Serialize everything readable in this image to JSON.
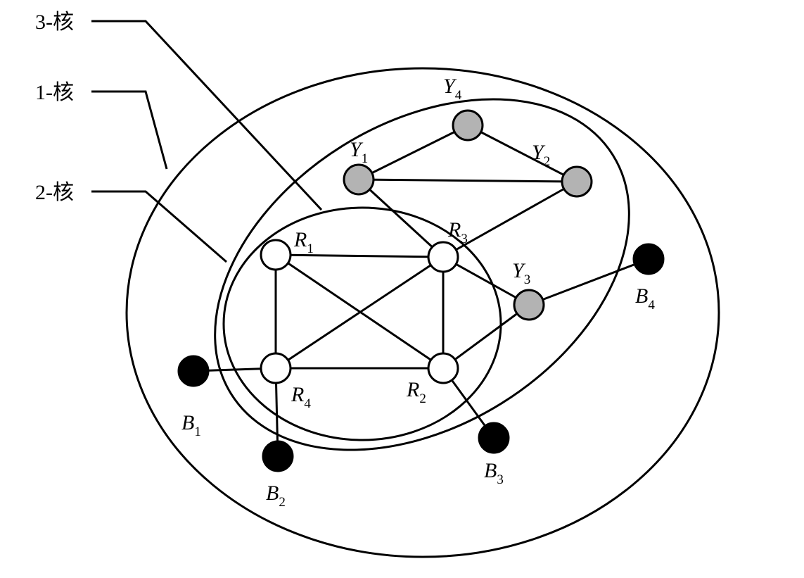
{
  "core_labels": {
    "core3": "3-核",
    "core1": "1-核",
    "core2": "2-核"
  },
  "nodes": [
    {
      "id": "R1",
      "letter": "R",
      "sub": "1",
      "type": "white"
    },
    {
      "id": "R2",
      "letter": "R",
      "sub": "2",
      "type": "white"
    },
    {
      "id": "R3",
      "letter": "R",
      "sub": "3",
      "type": "white"
    },
    {
      "id": "R4",
      "letter": "R",
      "sub": "4",
      "type": "white"
    },
    {
      "id": "Y1",
      "letter": "Y",
      "sub": "1",
      "type": "gray"
    },
    {
      "id": "Y2",
      "letter": "Y",
      "sub": "2",
      "type": "gray"
    },
    {
      "id": "Y3",
      "letter": "Y",
      "sub": "3",
      "type": "gray"
    },
    {
      "id": "Y4",
      "letter": "Y",
      "sub": "4",
      "type": "gray"
    },
    {
      "id": "B1",
      "letter": "B",
      "sub": "1",
      "type": "black"
    },
    {
      "id": "B2",
      "letter": "B",
      "sub": "2",
      "type": "black"
    },
    {
      "id": "B3",
      "letter": "B",
      "sub": "3",
      "type": "black"
    },
    {
      "id": "B4",
      "letter": "B",
      "sub": "4",
      "type": "black"
    }
  ],
  "edges": [
    [
      "R1",
      "R3"
    ],
    [
      "R1",
      "R4"
    ],
    [
      "R1",
      "R2"
    ],
    [
      "R3",
      "R4"
    ],
    [
      "R3",
      "R2"
    ],
    [
      "R4",
      "R2"
    ],
    [
      "Y1",
      "Y4"
    ],
    [
      "Y4",
      "Y2"
    ],
    [
      "Y1",
      "Y2"
    ],
    [
      "Y1",
      "R3"
    ],
    [
      "Y2",
      "R3"
    ],
    [
      "R3",
      "Y3"
    ],
    [
      "Y3",
      "R2"
    ],
    [
      "Y3",
      "B4"
    ],
    [
      "B1",
      "R4"
    ],
    [
      "B2",
      "R4"
    ],
    [
      "B3",
      "R2"
    ]
  ],
  "colors": {
    "white": "#ffffff",
    "gray": "#b3b3b3",
    "black": "#000000",
    "stroke": "#000000"
  }
}
